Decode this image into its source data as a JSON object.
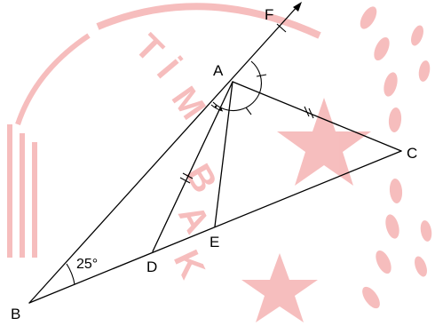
{
  "points": {
    "A": "A",
    "B": "B",
    "C": "C",
    "D": "D",
    "E": "E",
    "F": "F"
  },
  "angle_B": "25°",
  "colors": {
    "line": "#000000",
    "watermark": "#f3a8a8"
  },
  "watermark": {
    "letters_upper": [
      "T",
      "İ",
      "M"
    ],
    "letters_lower": [
      "B",
      "A",
      "K"
    ]
  }
}
